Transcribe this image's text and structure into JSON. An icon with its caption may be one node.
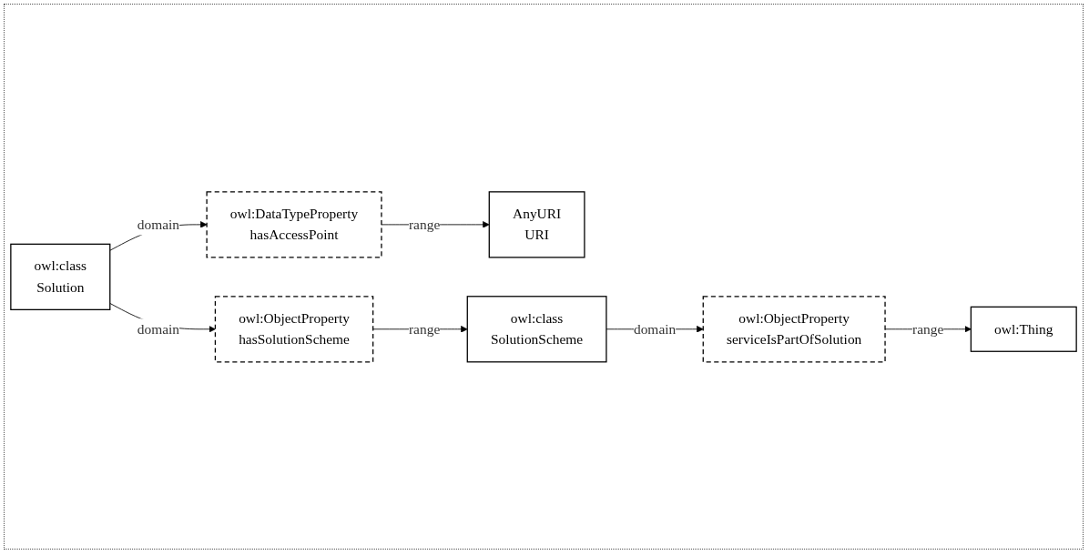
{
  "diagram": {
    "nodes": [
      {
        "text": [
          "owl:class",
          "Solution"
        ]
      },
      {
        "text": [
          "owl:DataTypeProperty",
          "hasAccessPoint"
        ]
      },
      {
        "text": [
          "AnyURI",
          "URI"
        ]
      },
      {
        "text": [
          "owl:ObjectProperty",
          "hasSolutionScheme"
        ]
      },
      {
        "text": [
          "owl:class",
          "SolutionScheme"
        ]
      },
      {
        "text": [
          "owl:ObjectProperty",
          "serviceIsPartOfSolution"
        ]
      },
      {
        "text": [
          "owl:Thing"
        ]
      }
    ],
    "edges": [
      {
        "from": 0,
        "to": 1,
        "arrow": "to",
        "label": "domain"
      },
      {
        "from": 0,
        "to": 3,
        "arrow": "to",
        "label": "domain"
      },
      {
        "from": 1,
        "to": 2,
        "arrow": "to",
        "label": "range"
      },
      {
        "from": 3,
        "to": 4,
        "arrow": "to",
        "label": "range"
      },
      {
        "from": 4,
        "to": 5,
        "arrow": "to",
        "label": "domain"
      },
      {
        "from": 5,
        "to": 6,
        "arrow": "to",
        "label": "range"
      }
    ]
  }
}
